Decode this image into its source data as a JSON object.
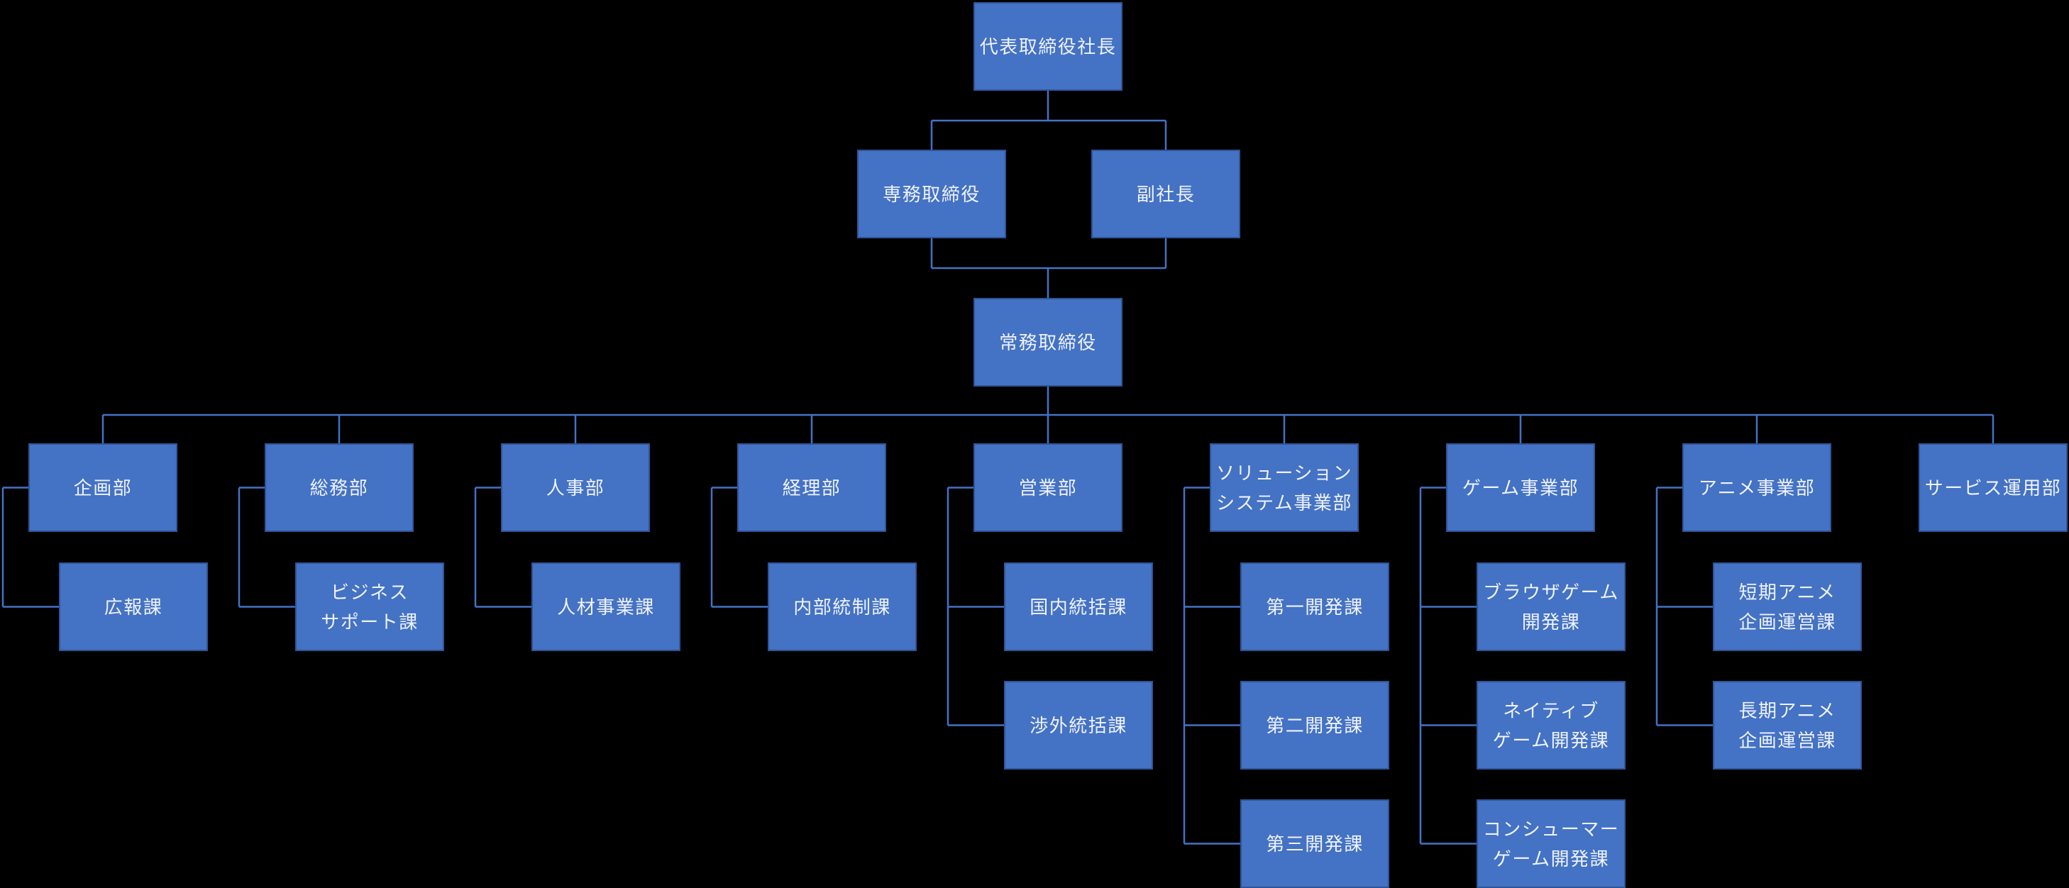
{
  "diagram": {
    "type": "org-chart",
    "colors": {
      "background": "#000000",
      "node_fill": "#4472C4",
      "node_border": "#2F5597",
      "connector": "#4472C4",
      "text": "#EFF3FA"
    },
    "executives": [
      {
        "id": "president",
        "lines": [
          "代表取締役社長"
        ]
      },
      {
        "id": "executive-managing-director",
        "lines": [
          "専務取締役"
        ]
      },
      {
        "id": "vice-president",
        "lines": [
          "副社長"
        ]
      },
      {
        "id": "managing-director",
        "lines": [
          "常務取締役"
        ]
      }
    ],
    "departments": [
      {
        "id": "planning",
        "lines": [
          "企画部"
        ],
        "sections": [
          {
            "id": "public-relations",
            "lines": [
              "広報課"
            ]
          }
        ]
      },
      {
        "id": "general-affairs",
        "lines": [
          "総務部"
        ],
        "sections": [
          {
            "id": "business-support",
            "lines": [
              "ビジネス",
              "サポート課"
            ]
          }
        ]
      },
      {
        "id": "human-resources",
        "lines": [
          "人事部"
        ],
        "sections": [
          {
            "id": "hr-business",
            "lines": [
              "人材事業課"
            ]
          }
        ]
      },
      {
        "id": "accounting",
        "lines": [
          "経理部"
        ],
        "sections": [
          {
            "id": "internal-control",
            "lines": [
              "内部統制課"
            ]
          }
        ]
      },
      {
        "id": "sales",
        "lines": [
          "営業部"
        ],
        "sections": [
          {
            "id": "domestic-supervision",
            "lines": [
              "国内統括課"
            ]
          },
          {
            "id": "external-supervision",
            "lines": [
              "渉外統括課"
            ]
          }
        ]
      },
      {
        "id": "solution-system",
        "lines": [
          "ソリューション",
          "システム事業部"
        ],
        "sections": [
          {
            "id": "dev-section-1",
            "lines": [
              "第一開発課"
            ]
          },
          {
            "id": "dev-section-2",
            "lines": [
              "第二開発課"
            ]
          },
          {
            "id": "dev-section-3",
            "lines": [
              "第三開発課"
            ]
          }
        ]
      },
      {
        "id": "game",
        "lines": [
          "ゲーム事業部"
        ],
        "sections": [
          {
            "id": "browser-game-dev",
            "lines": [
              "ブラウザゲーム",
              "開発課"
            ]
          },
          {
            "id": "native-game-dev",
            "lines": [
              "ネイティブ",
              "ゲーム開発課"
            ]
          },
          {
            "id": "consumer-game-dev",
            "lines": [
              "コンシューマー",
              "ゲーム開発課"
            ]
          }
        ]
      },
      {
        "id": "anime",
        "lines": [
          "アニメ事業部"
        ],
        "sections": [
          {
            "id": "short-anime-planning",
            "lines": [
              "短期アニメ",
              "企画運営課"
            ]
          },
          {
            "id": "long-anime-planning",
            "lines": [
              "長期アニメ",
              "企画運営課"
            ]
          }
        ]
      },
      {
        "id": "service-operation",
        "lines": [
          "サービス運用部"
        ],
        "sections": []
      }
    ]
  }
}
